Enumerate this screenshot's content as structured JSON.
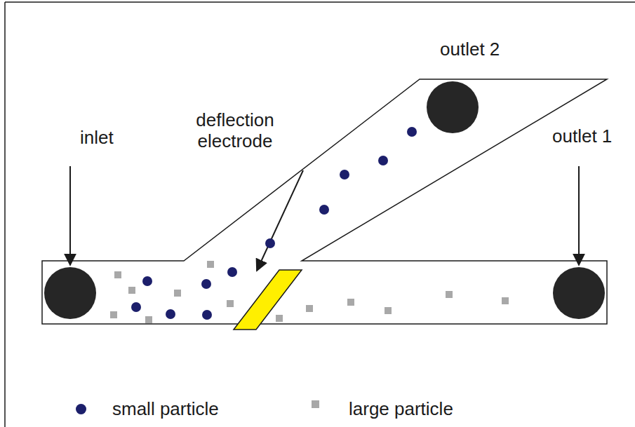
{
  "diagram": {
    "labels": [
      "outlet 2",
      "inlet",
      "deflection electrode",
      "outlet 1"
    ],
    "legend": [
      {
        "text": "small particle",
        "color": "#1c1f6b"
      },
      {
        "text": "large particle",
        "color": "#a8a8a8"
      }
    ]
  }
}
